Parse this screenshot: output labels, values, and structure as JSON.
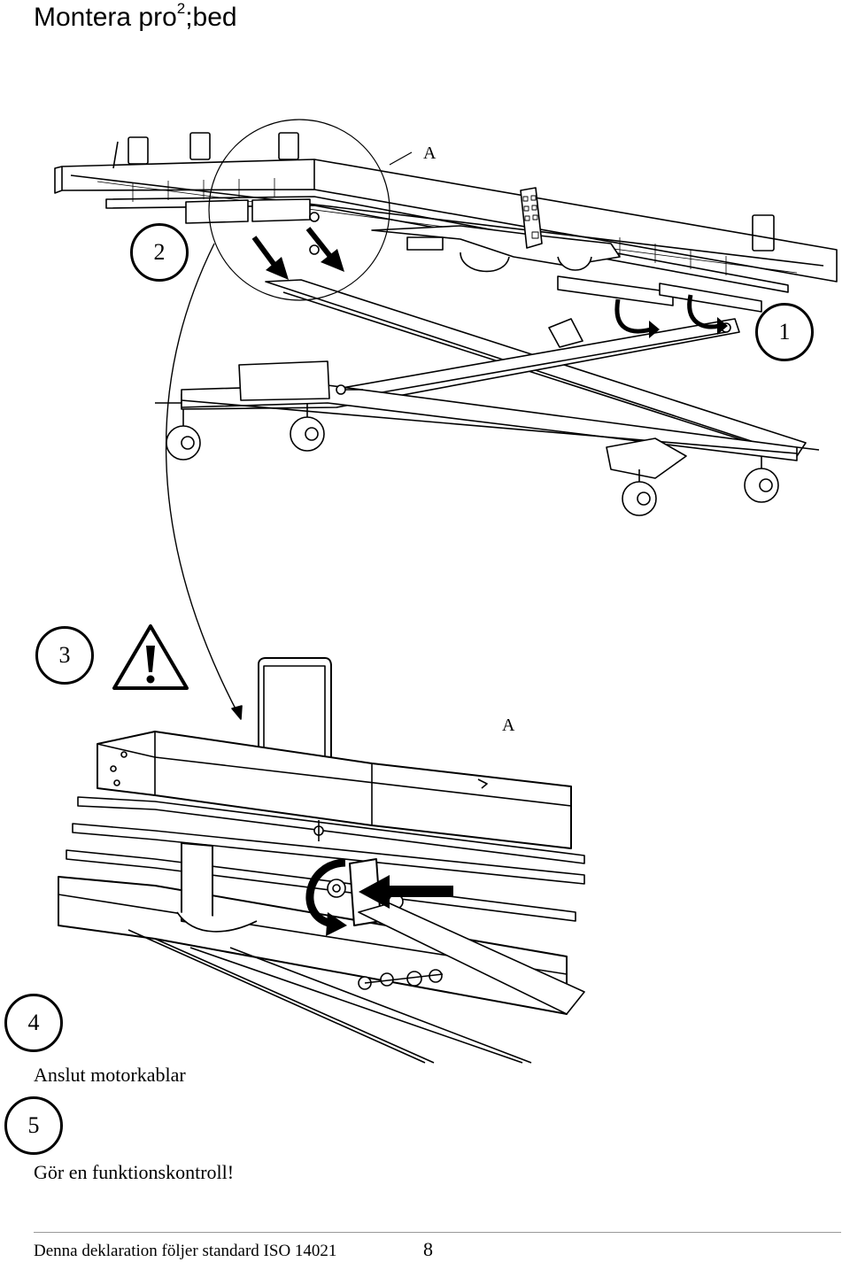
{
  "page": {
    "title_main": "Montera pro",
    "title_sup": "2",
    "title_tail": ";bed"
  },
  "steps": {
    "s1": "1",
    "s2": "2",
    "s3": "3",
    "s4": "4",
    "s5": "5"
  },
  "detail_labels": {
    "top": "A",
    "bottom": "A"
  },
  "instructions": {
    "step4": "Anslut motorkablar",
    "step5": "Gör en funktionskontroll!"
  },
  "footer": {
    "text": "Denna deklaration följer standard ISO 14021",
    "page_number": "8"
  },
  "icons": [
    "warning-triangle-icon",
    "arrow-icon",
    "rotate-arrow-icon"
  ]
}
